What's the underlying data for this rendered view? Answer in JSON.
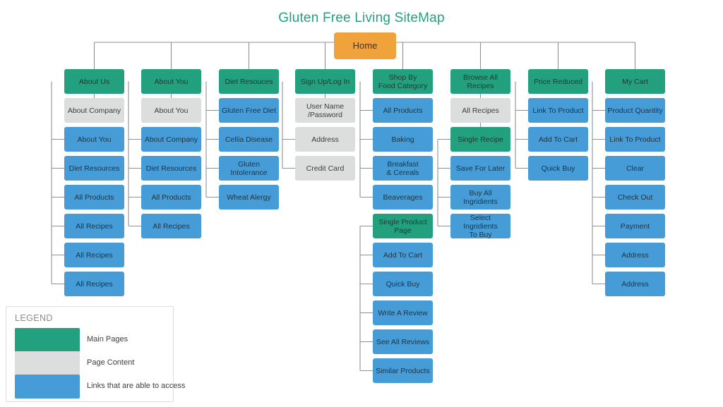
{
  "title": "Gluten Free Living SiteMap",
  "colors": {
    "main_pages": "#23a17f",
    "page_content": "#dcdddd",
    "links": "#469cd6",
    "root": "#f0a33a",
    "title_text": "#23a17f",
    "connector": "#8e9294"
  },
  "root": {
    "label": "Home",
    "type": "root"
  },
  "legend": {
    "title": "LEGEND",
    "items": [
      {
        "label": "Main Pages",
        "type": "main"
      },
      {
        "label": "Page Content",
        "type": "content"
      },
      {
        "label": "Links that are able to access",
        "type": "link"
      }
    ]
  },
  "columns": [
    {
      "name": "about-us",
      "header": {
        "label": "About Us",
        "type": "main"
      },
      "nodes": [
        {
          "label": "About Company",
          "type": "content"
        },
        {
          "label": "About You",
          "type": "link"
        },
        {
          "label": "Diet Resources",
          "type": "link"
        },
        {
          "label": "All Products",
          "type": "link"
        },
        {
          "label": "All Recipes",
          "type": "link"
        },
        {
          "label": "All Recipes",
          "type": "link"
        },
        {
          "label": "All Recipes",
          "type": "link"
        }
      ]
    },
    {
      "name": "about-you",
      "header": {
        "label": "About You",
        "type": "main"
      },
      "nodes": [
        {
          "label": "About You",
          "type": "content"
        },
        {
          "label": "About Company",
          "type": "link"
        },
        {
          "label": "Diet Resources",
          "type": "link"
        },
        {
          "label": "All Products",
          "type": "link"
        },
        {
          "label": "All Recipes",
          "type": "link"
        }
      ]
    },
    {
      "name": "diet-resouces",
      "header": {
        "label": "Diet Resouces",
        "type": "main"
      },
      "nodes": [
        {
          "label": "Gluten Free Diet",
          "type": "link"
        },
        {
          "label": "Cellia Disease",
          "type": "link"
        },
        {
          "label": "Gluten\nIntolerance",
          "type": "link"
        },
        {
          "label": "Wheat Alergy",
          "type": "link"
        }
      ]
    },
    {
      "name": "sign-up-log-in",
      "header": {
        "label": "Sign Up/Log In",
        "type": "main"
      },
      "nodes": [
        {
          "label": "User Name\n/Password",
          "type": "content"
        },
        {
          "label": "Address",
          "type": "content"
        },
        {
          "label": "Credit Card",
          "type": "content"
        }
      ]
    },
    {
      "name": "shop-by-food-category",
      "header": {
        "label": "Shop By\nFood Category",
        "type": "main"
      },
      "nodes": [
        {
          "label": "All Products",
          "type": "link"
        },
        {
          "label": "Baking",
          "type": "link"
        },
        {
          "label": "Breakfast\n& Cereals",
          "type": "link"
        },
        {
          "label": "Beaverages",
          "type": "link"
        },
        {
          "label": "Single Product\nPage",
          "type": "main"
        },
        {
          "label": "Add To Cart",
          "type": "link"
        },
        {
          "label": "Quick Buy",
          "type": "link"
        },
        {
          "label": "Write A Review",
          "type": "link"
        },
        {
          "label": "See All Reviews",
          "type": "link"
        },
        {
          "label": "Similar Products",
          "type": "link"
        }
      ]
    },
    {
      "name": "browse-all-recipes",
      "header": {
        "label": "Browse All\nRecipes",
        "type": "main"
      },
      "nodes": [
        {
          "label": "All Recipes",
          "type": "content"
        },
        {
          "label": "Single Recipe",
          "type": "main"
        },
        {
          "label": "Save For Later",
          "type": "link"
        },
        {
          "label": "Buy All\nIngridients",
          "type": "link"
        },
        {
          "label": "Select Ingridients\nTo Buy",
          "type": "link"
        }
      ]
    },
    {
      "name": "price-reduced",
      "header": {
        "label": "Price Reduced",
        "type": "main"
      },
      "nodes": [
        {
          "label": "Link To Product",
          "type": "link"
        },
        {
          "label": "Add To Cart",
          "type": "link"
        },
        {
          "label": "Quick Buy",
          "type": "link"
        }
      ]
    },
    {
      "name": "my-cart",
      "header": {
        "label": "My Cart",
        "type": "main"
      },
      "nodes": [
        {
          "label": "Product Quantity",
          "type": "link"
        },
        {
          "label": "Link To Product",
          "type": "link"
        },
        {
          "label": "Clear",
          "type": "link"
        },
        {
          "label": "Check Out",
          "type": "link"
        },
        {
          "label": "Payment",
          "type": "link"
        },
        {
          "label": "Address",
          "type": "link"
        },
        {
          "label": "Address",
          "type": "link"
        }
      ]
    }
  ]
}
